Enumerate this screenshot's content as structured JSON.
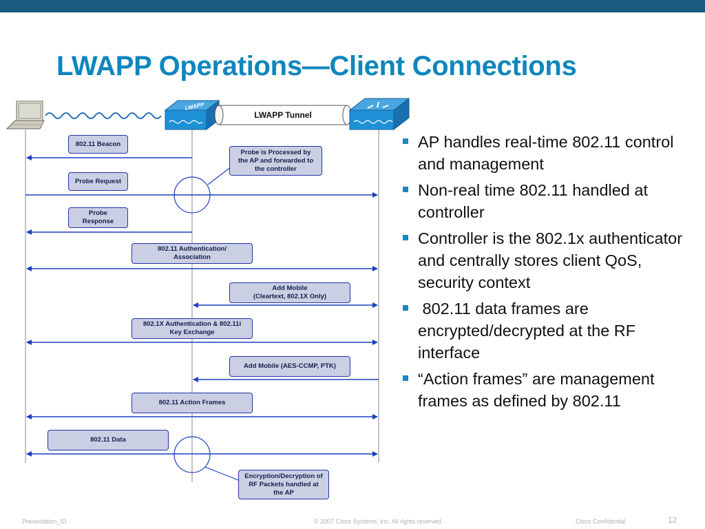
{
  "title": "LWAPP Operations—Client Connections",
  "diagram": {
    "tunnel_label": "LWAPP Tunnel",
    "ap_label": "LWAPP",
    "messages": [
      {
        "label": "802.11 Beacon"
      },
      {
        "label": "Probe Request"
      },
      {
        "label": "Probe\nResponse"
      },
      {
        "label": "802.11 Authentication/\nAssociation"
      },
      {
        "label": "Add Mobile\n(Cleartext, 802.1X Only)"
      },
      {
        "label": "802.1X Authentication & 802.11i\nKey Exchange"
      },
      {
        "label": "Add Mobile (AES-CCMP, PTK)"
      },
      {
        "label": "802.11 Action Frames"
      },
      {
        "label": "802.11 Data"
      }
    ],
    "notes": [
      {
        "label": "Probe is Processed by\nthe AP and forwarded to\nthe controller"
      },
      {
        "label": "Encryption/Decryption of\nRF Packets handled at\nthe AP"
      }
    ]
  },
  "bullets": [
    "AP handles real-time 802.11 control and management",
    "Non-real time 802.11 handled at controller",
    "Controller is the 802.1x authenticator and centrally stores client QoS, security context",
    " 802.11 data frames are encrypted/decrypted at the RF interface",
    "“Action frames” are management frames as defined by 802.11"
  ],
  "footer": {
    "presentation_id": "Presentation_ID",
    "copyright": "© 2007 Cisco Systems, Inc. All rights reserved.",
    "confidential": "Cisco Confidential",
    "page": "12"
  },
  "colors": {
    "accent": "#0f86bd",
    "arrow": "#1a3fbf",
    "box_fill": "#cbcfe4",
    "ap_blue": "#1e90d6"
  }
}
